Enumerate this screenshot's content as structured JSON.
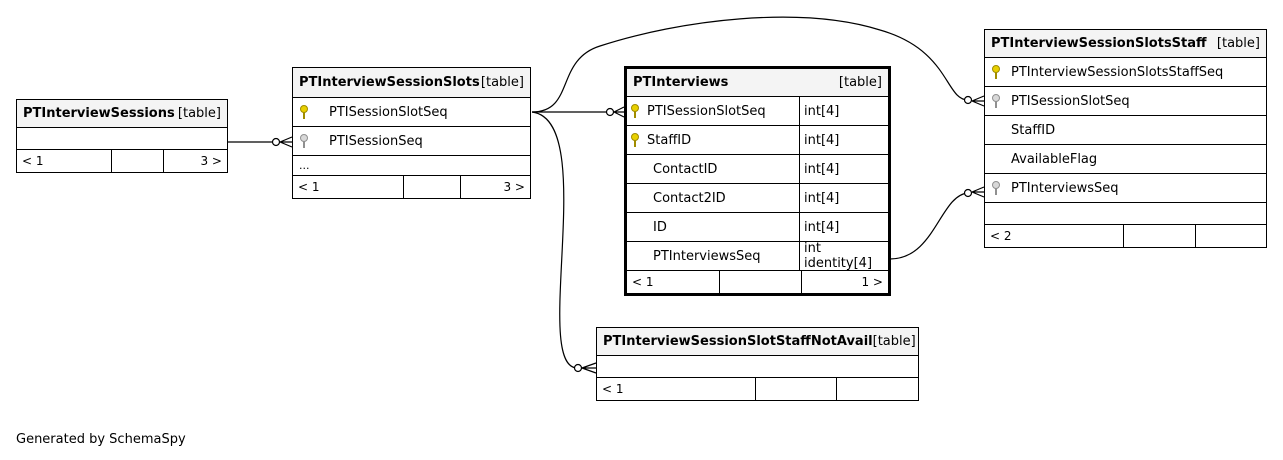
{
  "tables": {
    "sessions": {
      "name": "PTInterviewSessions",
      "kind": "[table]",
      "footer": [
        "< 1",
        "",
        "3 >"
      ]
    },
    "slots": {
      "name": "PTInterviewSessionSlots",
      "kind": "[table]",
      "columns": [
        {
          "name": "PTISessionSlotSeq",
          "icon": "primary-key-icon"
        },
        {
          "name": "PTISessionSeq",
          "icon": "foreign-key-icon"
        }
      ],
      "more": "...",
      "footer": [
        "< 1",
        "",
        "3 >"
      ]
    },
    "interviews": {
      "name": "PTInterviews",
      "kind": "[table]",
      "columns": [
        {
          "name": "PTISessionSlotSeq",
          "type": "int[4]",
          "icon": "primary-key-icon"
        },
        {
          "name": "StaffID",
          "type": "int[4]",
          "icon": "primary-key-icon"
        },
        {
          "name": "ContactID",
          "type": "int[4]"
        },
        {
          "name": "Contact2ID",
          "type": "int[4]"
        },
        {
          "name": "ID",
          "type": "int[4]"
        },
        {
          "name": "PTInterviewsSeq",
          "type": "int identity[4]"
        }
      ],
      "footer": [
        "< 1",
        "",
        "1 >"
      ]
    },
    "staff": {
      "name": "PTInterviewSessionSlotsStaff",
      "kind": "[table]",
      "columns": [
        {
          "name": "PTInterviewSessionSlotsStaffSeq",
          "icon": "primary-key-icon"
        },
        {
          "name": "PTISessionSlotSeq",
          "icon": "foreign-key-icon"
        },
        {
          "name": "StaffID"
        },
        {
          "name": "AvailableFlag"
        },
        {
          "name": "PTInterviewsSeq",
          "icon": "foreign-key-icon"
        }
      ],
      "footer": [
        "< 2",
        "",
        ""
      ]
    },
    "notavail": {
      "name": "PTInterviewSessionSlotStaffNotAvail",
      "kind": "[table]",
      "footer": [
        "< 1",
        "",
        ""
      ]
    }
  },
  "generated_by": "Generated by SchemaSpy",
  "colors": {
    "primary_key": "#e8d000",
    "foreign_key": "#b0b0b0",
    "header_bg": "#f4f4f4"
  }
}
